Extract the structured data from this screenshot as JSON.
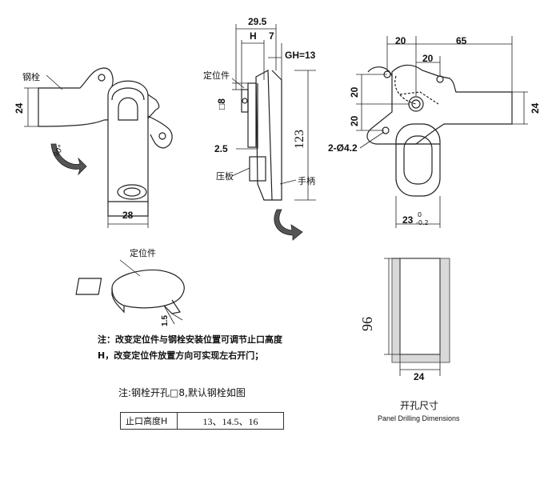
{
  "front_view": {
    "steel_bolt": "钢栓",
    "dim_height": "24",
    "dim_width": "28",
    "angle_label": "90°"
  },
  "side_view": {
    "dim_top": "29.5",
    "dim_h": "H",
    "dim_7": "7",
    "dim_gh": "GH=13",
    "locator": "定位件",
    "square_bolt": "□8",
    "dim_123": "123",
    "dim_2_5": "2.5",
    "pressure_plate": "压板",
    "handle": "手柄"
  },
  "rear_view": {
    "dim_20_top": "20",
    "dim_65": "65",
    "dim_20_mid": "20",
    "dim_20_left_a": "20",
    "dim_20_left_b": "20",
    "dim_24": "24",
    "holes": "2-Ø4.2",
    "dim_23": "23",
    "tol_upper": "0",
    "tol_lower": "-0.2"
  },
  "locator_detail": {
    "label": "定位件",
    "dim": "1.5"
  },
  "notes": {
    "line1": "注：改变定位件与钢栓安装位置可调节止口高度",
    "line2": "H，改变定位件放置方向可实现左右开门；",
    "line3": "注:钢栓开孔□8,默认钢栓如图"
  },
  "spec_table": {
    "header": "止口高度H",
    "value": "13、14.5、16"
  },
  "panel_cutout": {
    "dim_height": "96",
    "dim_width": "24",
    "title": "开孔尺寸",
    "subtitle": "Panel Drilling Dimensions"
  }
}
